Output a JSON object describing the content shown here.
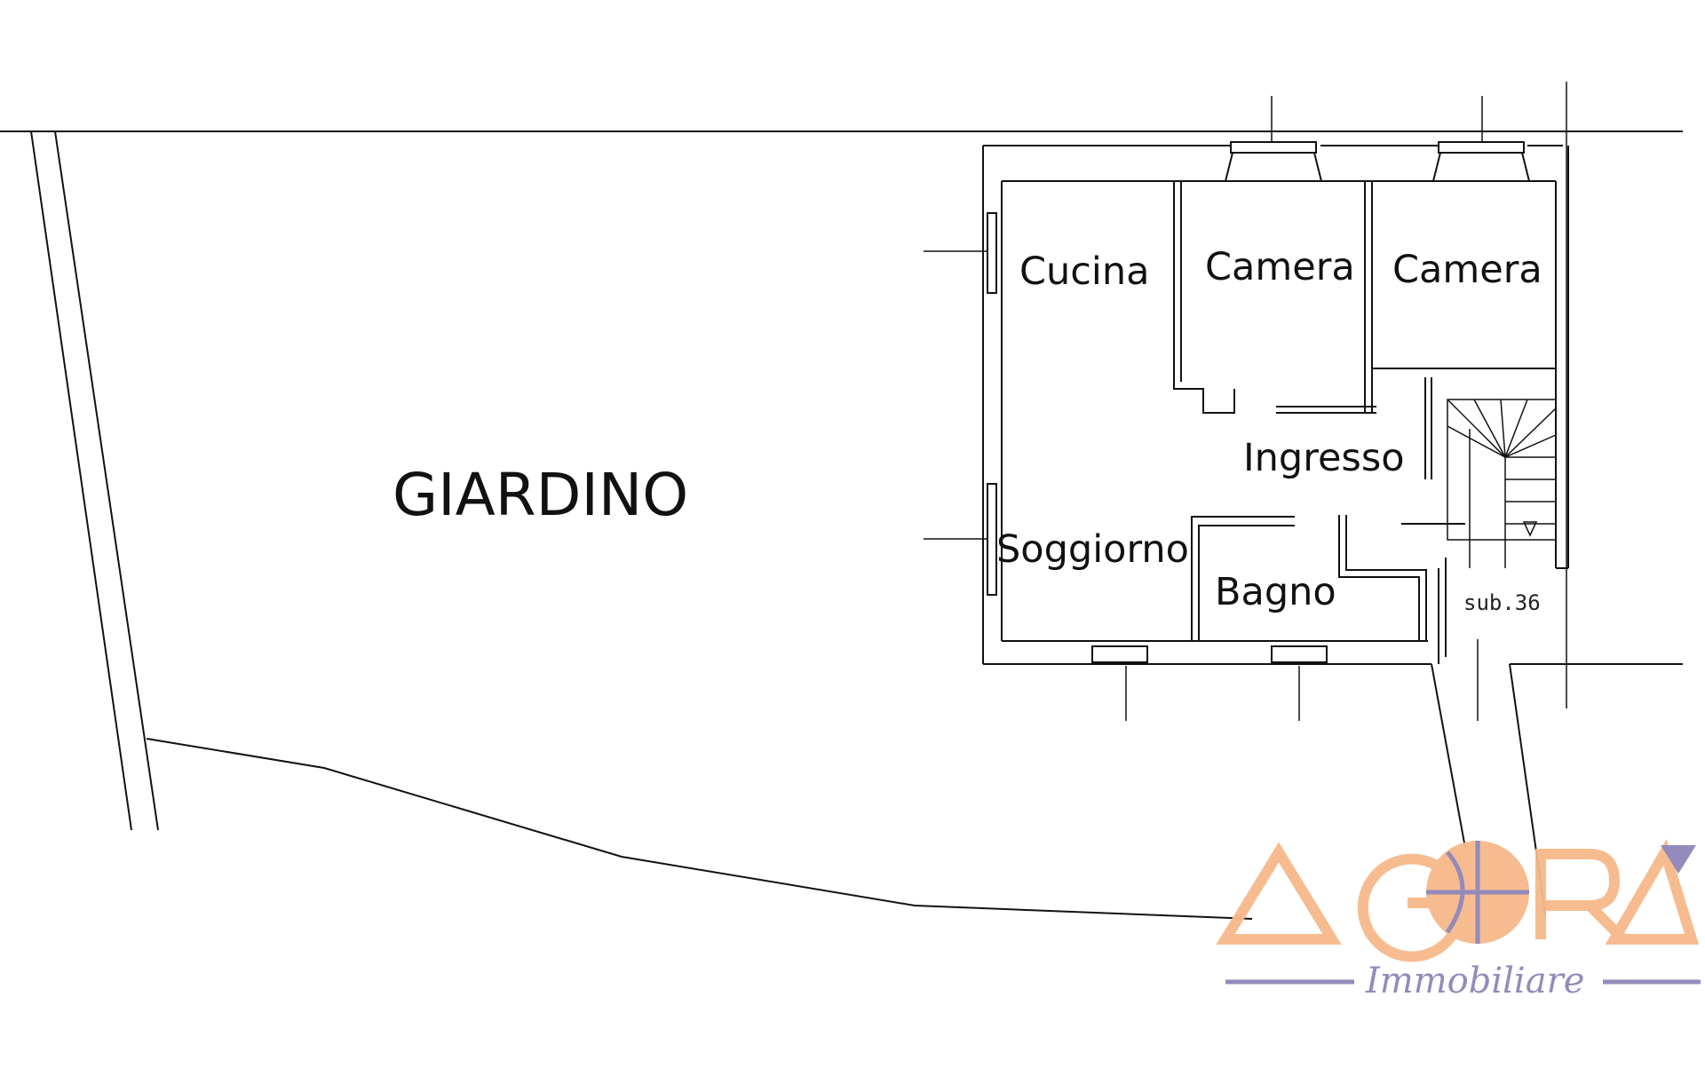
{
  "rooms": {
    "cucina": "Cucina",
    "camera_1": "Camera",
    "camera_2": "Camera",
    "ingresso": "Ingresso",
    "soggiorno": "Soggiorno",
    "bagno": "Bagno"
  },
  "garden": "GIARDINO",
  "unit_label": "sub.36",
  "logo": {
    "brand": "AGORA",
    "tagline": "Immobiliare",
    "color_orange": "#f6b98a",
    "color_purple": "#8f84b8"
  }
}
